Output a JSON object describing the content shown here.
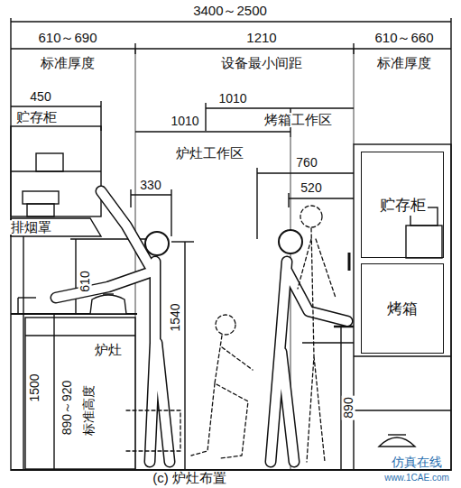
{
  "diagram": {
    "caption": "(c) 炉灶布置",
    "nodes": [
      {
        "text": [
          "贮存柜"
        ]
      },
      {
        "text": [
          "烤箱"
        ]
      }
    ],
    "labels": [
      "3400～2500",
      "610～690",
      "标准厚度",
      "1210",
      "设备最小间距",
      "610～660",
      "标准厚度",
      "450",
      "贮存柜",
      "1010",
      "烤箱工作区",
      "1010",
      "炉灶工作区",
      "330",
      "760",
      "520",
      "排烟罩",
      "610",
      "1540",
      "1500",
      "890～920",
      "标准高度",
      "炉灶",
      "890",
      "仿真在线",
      "www.1CAE.com"
    ]
  }
}
